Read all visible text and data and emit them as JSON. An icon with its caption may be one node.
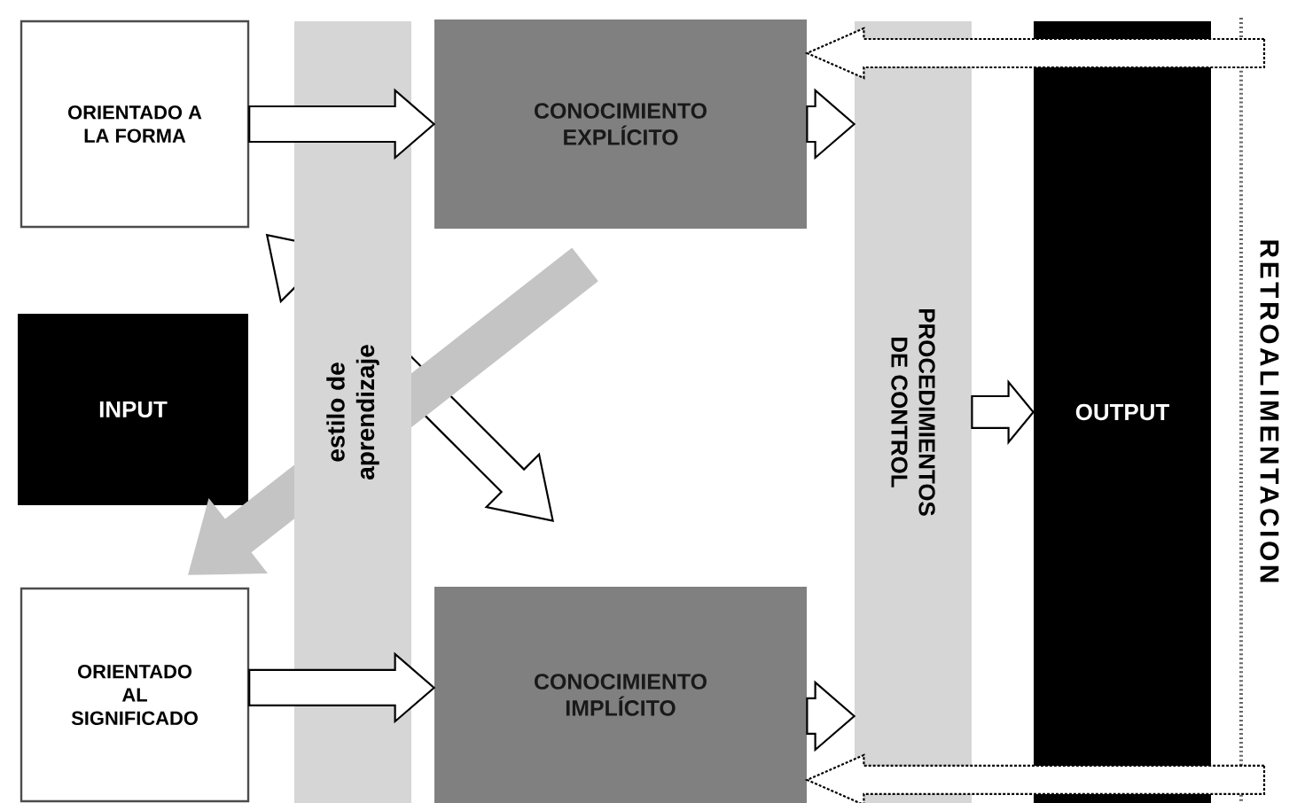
{
  "diagram": {
    "nodes": [
      {
        "text": [
          "ORIENTADO A LA FORMA"
        ]
      },
      {
        "text": [
          "CONOCIMIENTO EXPLÍCITO"
        ]
      },
      {
        "text": [
          "estilo de aprendizaje"
        ]
      },
      {
        "text": [
          "PROCEDIMIENTOS DE CONTROL"
        ]
      },
      {
        "text": [
          "INPUT"
        ]
      },
      {
        "text": [
          "OUTPUT"
        ]
      },
      {
        "text": [
          "RETROALIMENTACION"
        ]
      },
      {
        "text": [
          "ORIENTADO AL SIGNIFICADO"
        ]
      },
      {
        "text": [
          "CONOCIMIENTO IMPLÍCITO"
        ]
      }
    ],
    "edges": [
      {
        "from": 0,
        "to": 1,
        "arrow": "to"
      },
      {
        "from": 1,
        "to": 3,
        "arrow": "to"
      },
      {
        "from": 3,
        "to": 5,
        "arrow": "to"
      },
      {
        "from": 6,
        "to": 1,
        "arrow": "to",
        "style": "dashed"
      },
      {
        "from": 6,
        "to": 8,
        "arrow": "to",
        "style": "dashed"
      },
      {
        "from": 7,
        "to": 8,
        "arrow": "to"
      },
      {
        "from": 8,
        "to": 3,
        "arrow": "to"
      },
      {
        "from": 0,
        "to": 8,
        "arrow": "both"
      },
      {
        "from": 1,
        "to": 7,
        "arrow": "to",
        "color": "#c4c4c4"
      }
    ]
  }
}
